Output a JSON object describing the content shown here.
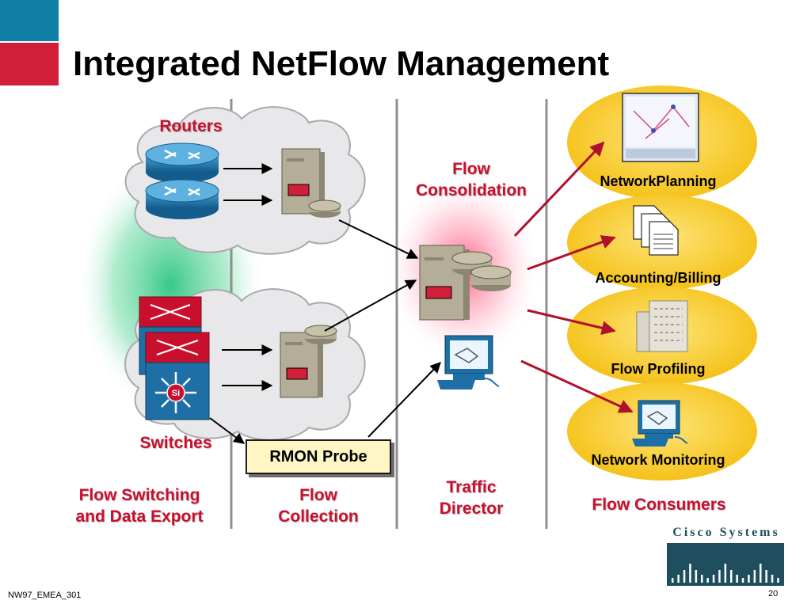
{
  "slide": {
    "title": "Integrated NetFlow Management",
    "footer_left": "NW97_EMEA_301",
    "page_number": "20",
    "logo_text": "Cisco Systems"
  },
  "labels": {
    "routers": "Routers",
    "switches": "Switches",
    "flow_consolidation": "Flow\nConsolidation",
    "traffic_director": "Traffic\nDirector",
    "rmon_probe": "RMON Probe"
  },
  "columns": {
    "flow_switching": "Flow Switching\nand Data Export",
    "flow_collection": "Flow\nCollection",
    "flow_consumers": "Flow Consumers"
  },
  "consumers": [
    {
      "label": "NetworkPlanning",
      "icon": "network-map-screenshot-icon"
    },
    {
      "label": "Accounting/Billing",
      "icon": "documents-icon"
    },
    {
      "label": "Flow Profiling",
      "icon": "building-icon"
    },
    {
      "label": "Network Monitoring",
      "icon": "workstation-icon"
    }
  ],
  "colors": {
    "accent_red": "#c8102e",
    "corner_blue": "#0f7fa6",
    "corner_red": "#d11f3a",
    "consumer_ellipse": "#f5c518",
    "router_blue": "#1d6fa5",
    "switch_red": "#c8102e"
  },
  "si_badge": "Si"
}
